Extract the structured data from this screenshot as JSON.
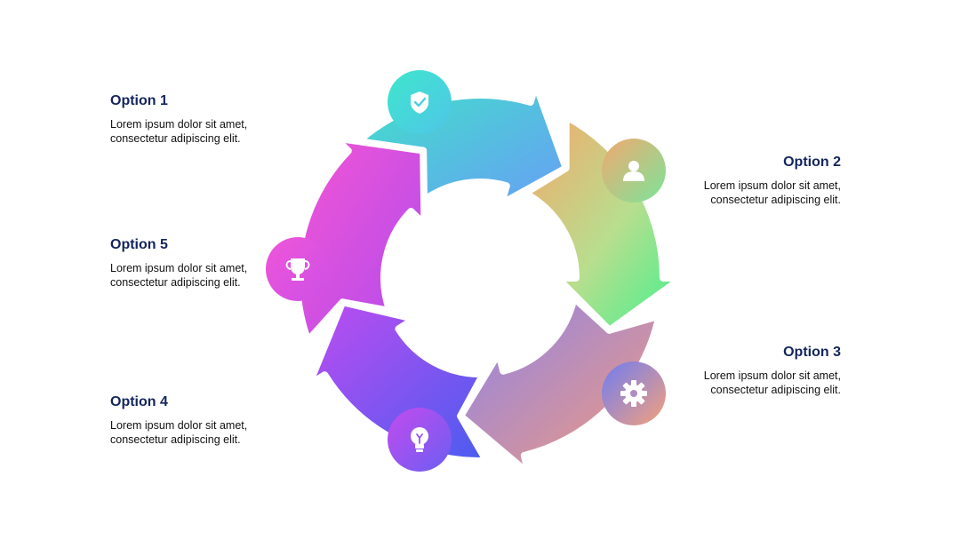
{
  "options": [
    {
      "title": "Option 1",
      "text": "Lorem ipsum dolor sit amet,\nconsectetur adipiscing elit.",
      "icon": "shield-check-icon"
    },
    {
      "title": "Option 2",
      "text": "Lorem ipsum dolor sit amet,\nconsectetur adipiscing elit.",
      "icon": "user-icon"
    },
    {
      "title": "Option 3",
      "text": "Lorem ipsum dolor sit amet,\nconsectetur adipiscing elit.",
      "icon": "gear-icon"
    },
    {
      "title": "Option 4",
      "text": "Lorem ipsum dolor sit amet,\nconsectetur adipiscing elit.",
      "icon": "lightbulb-icon"
    },
    {
      "title": "Option 5",
      "text": "Lorem ipsum dolor sit amet,\nconsectetur adipiscing elit.",
      "icon": "trophy-icon"
    }
  ],
  "colors": {
    "title": "#14255e",
    "text": "#111111",
    "segment1": [
      "#3fe5c8",
      "#6f9bf8"
    ],
    "segment2": [
      "#f4a86a",
      "#4ef08e"
    ],
    "segment3": [
      "#8f86e8",
      "#f09a80"
    ],
    "segment4": [
      "#b54ef0",
      "#4e5cf0"
    ],
    "segment5": [
      "#ee54d2",
      "#b34bee"
    ]
  }
}
